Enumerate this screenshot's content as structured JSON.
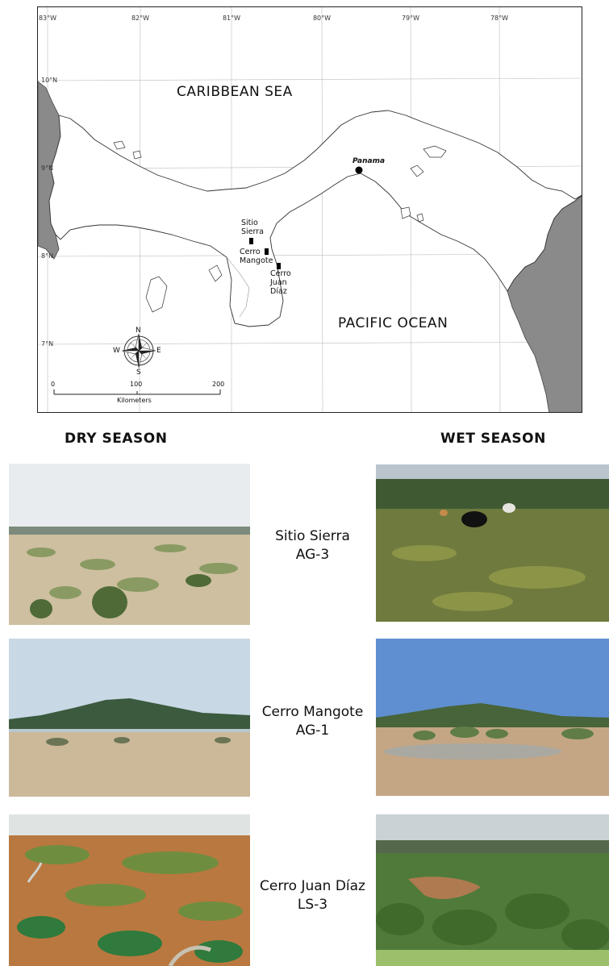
{
  "map": {
    "longitude_labels": [
      "83°W",
      "82°W",
      "81°W",
      "80°W",
      "79°W",
      "78°W"
    ],
    "latitude_labels": [
      "10°N",
      "9°N",
      "8°N",
      "7°N"
    ],
    "caribbean_label": "CARIBBEAN SEA",
    "pacific_label": "PACIFIC OCEAN",
    "city_label": "Panama",
    "sites": {
      "sitio_sierra": [
        "Sitio",
        "Sierra"
      ],
      "cerro_mangote": [
        "Cerro",
        "Mangote"
      ],
      "cerro_juan_diaz": [
        "Cerro",
        "Juan",
        "Díaz"
      ]
    },
    "compass": {
      "n": "N",
      "s": "S",
      "e": "E",
      "w": "W"
    },
    "scale": {
      "start": "0",
      "mid": "100",
      "end": "200",
      "unit": "Kilometers"
    },
    "colors": {
      "land": "#ffffff",
      "neighbor_land": "#8a8a8a",
      "coast": "#333333"
    }
  },
  "seasons": {
    "dry": "DRY SEASON",
    "wet": "WET SEASON"
  },
  "photo_rows": [
    {
      "name": "Sitio Sierra",
      "code": "AG-3"
    },
    {
      "name": "Cerro Mangote",
      "code": "AG-1"
    },
    {
      "name": "Cerro Juan Díaz",
      "code": "LS-3"
    }
  ]
}
